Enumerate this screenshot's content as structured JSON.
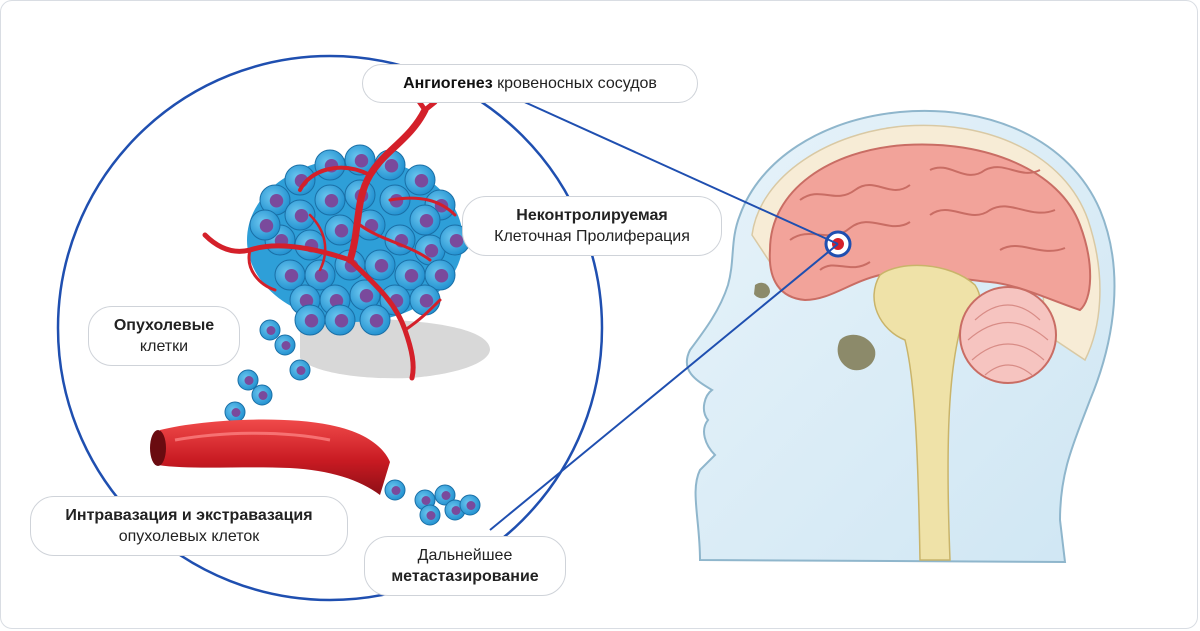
{
  "labels": {
    "angio": {
      "bold": "Ангиогенез",
      "rest": "кровеносных сосудов"
    },
    "prolif": {
      "line1": "Неконтролируемая",
      "line2": "Клеточная Пролиферация"
    },
    "tumor": {
      "line1": "Опухолевые",
      "line2": "клетки"
    },
    "intra": {
      "line1": "Интравазация и экстравазация",
      "line2": "опухолевых клеток"
    },
    "meta": {
      "line1": "Дальнейшее",
      "line2": "метастазирование"
    }
  },
  "colors": {
    "outline": "#1f4fb0",
    "vessel": "#d4202a",
    "cell": "#2e9fd8",
    "nucleus": "#7a4a9c",
    "brain": "#f2a39a",
    "head": "#d9ecf6",
    "marker": "#d4202a"
  }
}
